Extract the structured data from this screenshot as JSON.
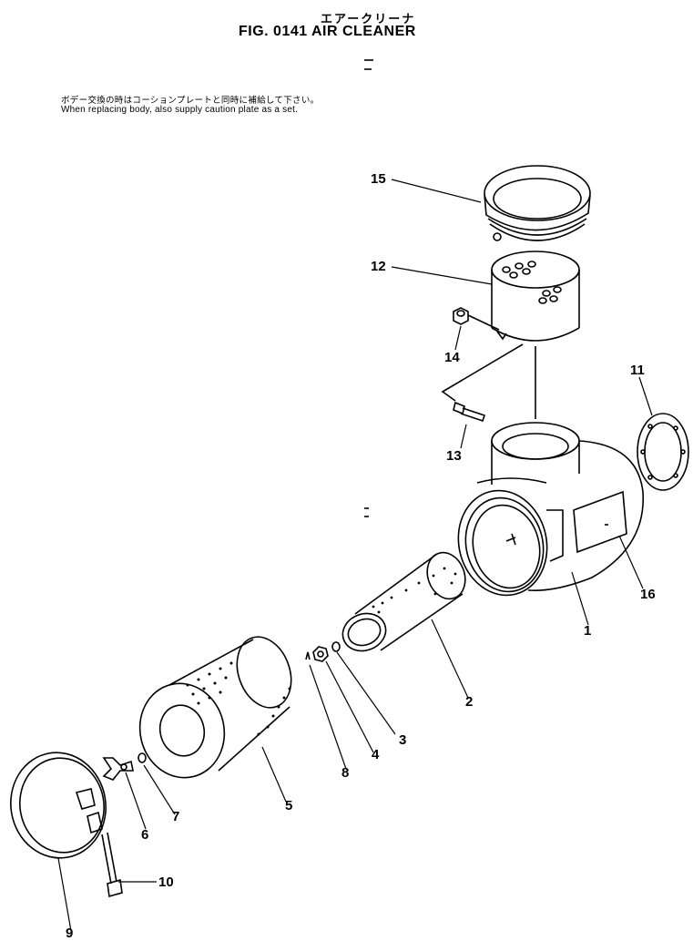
{
  "header": {
    "title_jp": "エアークリーナ",
    "title": "FIG. 0141  AIR CLEANER"
  },
  "note": {
    "jp": "ボデー交換の時はコーションプレートと同時に補給して下さい。",
    "en": "When replacing body, also supply caution plate as a set."
  },
  "callouts": [
    "1",
    "2",
    "3",
    "4",
    "5",
    "6",
    "7",
    "8",
    "9",
    "10",
    "11",
    "12",
    "13",
    "14",
    "15",
    "16"
  ]
}
